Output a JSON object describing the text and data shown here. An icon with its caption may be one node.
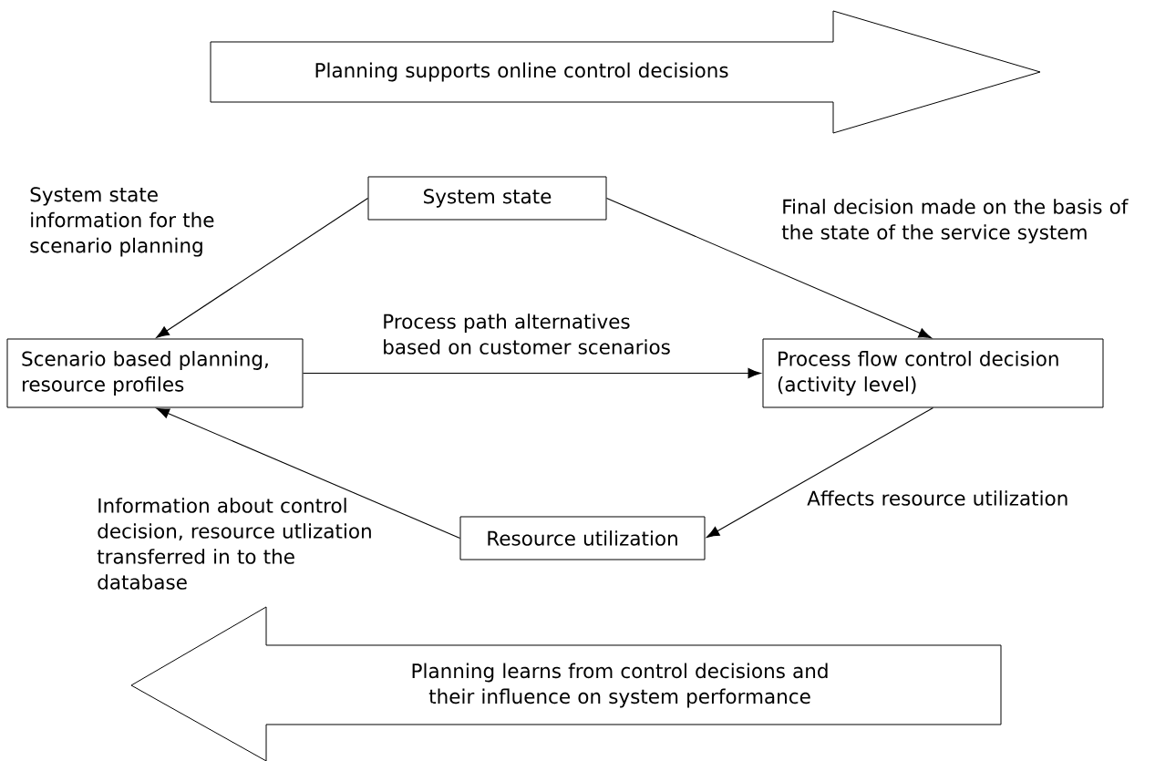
{
  "diagram": {
    "nodes": [
      {
        "text": [
          "Planning supports online control decisions"
        ]
      },
      {
        "text": [
          "System state"
        ]
      },
      {
        "text": [
          "Scenario based planning, resource profiles"
        ]
      },
      {
        "text": [
          "Process flow control decision (activity level)"
        ]
      },
      {
        "text": [
          "Resource utilization"
        ]
      },
      {
        "text": [
          "Planning learns from control decisions and their influence on system performance"
        ]
      }
    ],
    "edges": [
      {
        "from": 1,
        "to": 2,
        "arrow": "to",
        "label": "System state information for the scenario planning"
      },
      {
        "from": 1,
        "to": 3,
        "arrow": "to",
        "label": "Final decision made on the basis of the state of the service system"
      },
      {
        "from": 2,
        "to": 3,
        "arrow": "to",
        "label": "Process path alternatives based on customer scenarios"
      },
      {
        "from": 3,
        "to": 4,
        "arrow": "to",
        "label": "Affects resource utilization"
      },
      {
        "from": 4,
        "to": 2,
        "arrow": "to",
        "label": "Information about control decision, resource utlization transferred in to the database"
      }
    ]
  }
}
